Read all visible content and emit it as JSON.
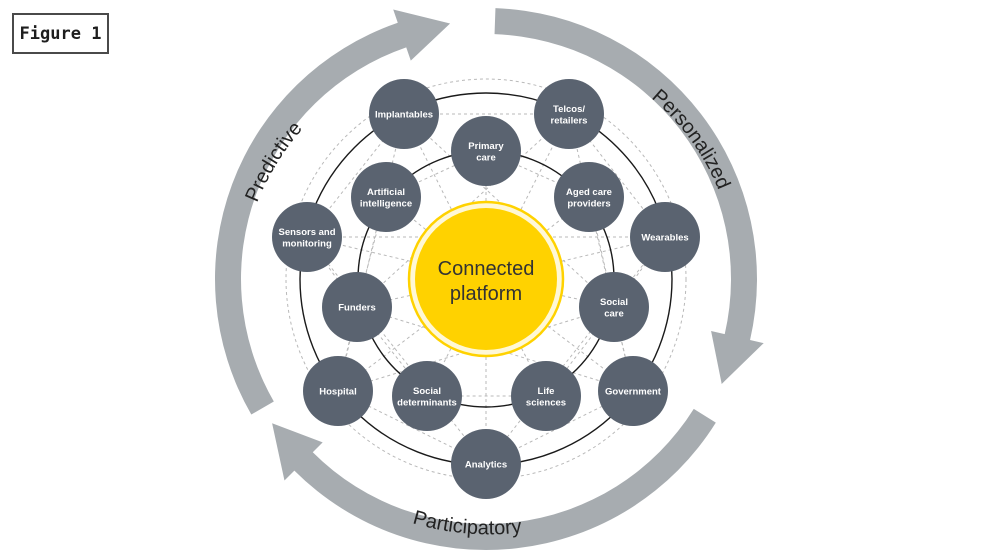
{
  "figure_label": "Figure 1",
  "center": {
    "lines": [
      "Connected",
      "platform"
    ]
  },
  "cycle": {
    "predictive": "Predictive",
    "personalized": "Personalized",
    "participatory": "Participatory"
  },
  "nodes": [
    {
      "id": "implantables",
      "lines": [
        "Implantables"
      ]
    },
    {
      "id": "telcos-retailers",
      "lines": [
        "Telcos/",
        "retailers"
      ]
    },
    {
      "id": "primary-care",
      "lines": [
        "Primary",
        "care"
      ]
    },
    {
      "id": "artificial-intelligence",
      "lines": [
        "Artificial",
        "intelligence"
      ]
    },
    {
      "id": "aged-care-providers",
      "lines": [
        "Aged care",
        "providers"
      ]
    },
    {
      "id": "sensors-and-monitoring",
      "lines": [
        "Sensors and",
        "monitoring"
      ]
    },
    {
      "id": "wearables",
      "lines": [
        "Wearables"
      ]
    },
    {
      "id": "funders",
      "lines": [
        "Funders"
      ]
    },
    {
      "id": "social-care",
      "lines": [
        "Social",
        "care"
      ]
    },
    {
      "id": "hospital",
      "lines": [
        "Hospital"
      ]
    },
    {
      "id": "social-determinants",
      "lines": [
        "Social",
        "determinants"
      ]
    },
    {
      "id": "life-sciences",
      "lines": [
        "Life",
        "sciences"
      ]
    },
    {
      "id": "government",
      "lines": [
        "Government"
      ]
    },
    {
      "id": "analytics",
      "lines": [
        "Analytics"
      ]
    }
  ],
  "colors": {
    "node_fill": "#5a6370",
    "center_fill": "#ffd200",
    "arrow": "#a7acb0",
    "ring": "#1a1a1a",
    "web": "#b9b9b9"
  }
}
